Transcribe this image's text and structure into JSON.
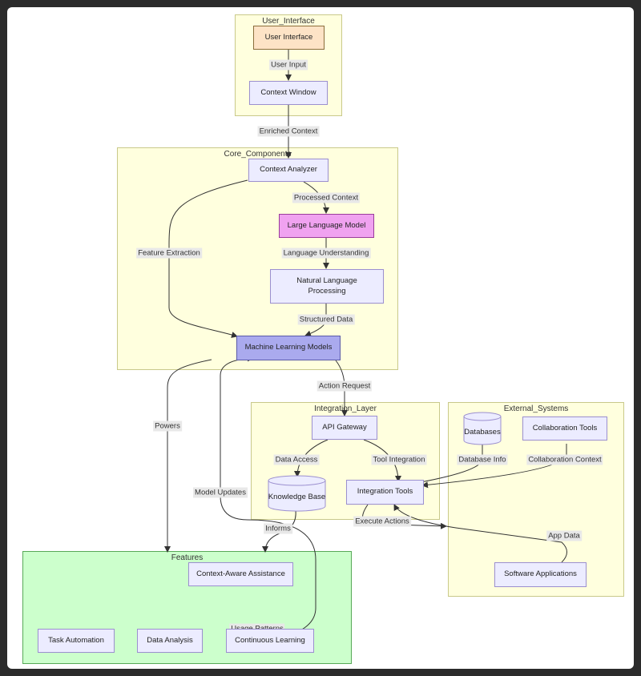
{
  "clusters": {
    "user_interface": "User_Interface",
    "core_components": "Core_Components",
    "integration_layer": "Integration_Layer",
    "external_systems": "External_Systems",
    "features": "Features"
  },
  "nodes": {
    "user_interface": "User Interface",
    "context_window": "Context Window",
    "context_analyzer": "Context Analyzer",
    "llm": "Large Language Model",
    "nlp": "Natural Language Processing",
    "ml_models": "Machine Learning Models",
    "api_gateway": "API Gateway",
    "knowledge_base": "Knowledge Base",
    "integration_tools": "Integration Tools",
    "databases": "Databases",
    "collaboration_tools": "Collaboration Tools",
    "software_applications": "Software Applications",
    "context_aware_assistance": "Context-Aware Assistance",
    "task_automation": "Task Automation",
    "data_analysis": "Data Analysis",
    "continuous_learning": "Continuous Learning"
  },
  "edges": {
    "user_input": "User Input",
    "enriched_context": "Enriched Context",
    "processed_context": "Processed Context",
    "feature_extraction": "Feature Extraction",
    "language_understanding": "Language Understanding",
    "structured_data": "Structured Data",
    "action_request": "Action Request",
    "powers": "Powers",
    "data_access": "Data Access",
    "tool_integration": "Tool Integration",
    "database_info": "Database Info",
    "collaboration_context": "Collaboration Context",
    "model_updates": "Model Updates",
    "execute_actions": "Execute Actions",
    "informs": "Informs",
    "app_data": "App Data",
    "usage_patterns": "Usage Patterns"
  }
}
